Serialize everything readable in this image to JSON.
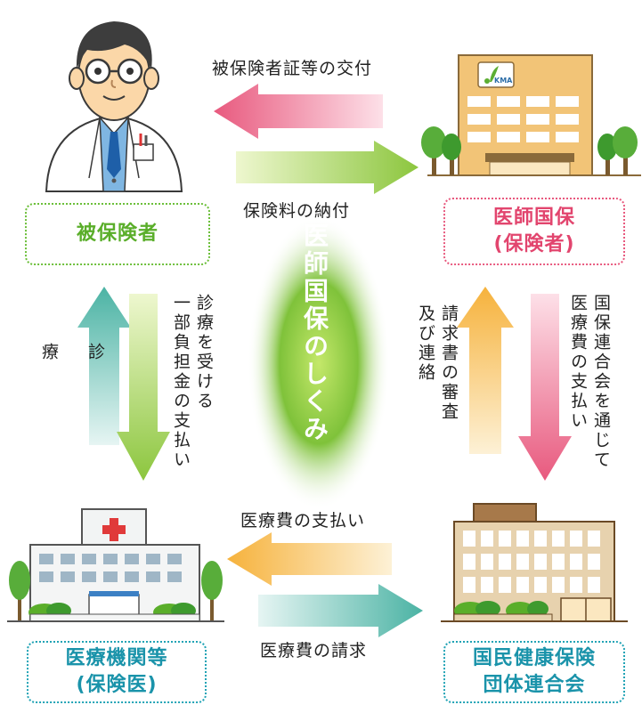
{
  "center_title": "医師国保のしくみ",
  "nodes": {
    "insured": {
      "label": "被保険者"
    },
    "insurer": {
      "line1": "医師国保",
      "line2": "(保険者)"
    },
    "medical": {
      "line1": "医療機関等",
      "line2": "(保険医)"
    },
    "federation": {
      "line1": "国民健康保険",
      "line2": "団体連合会"
    }
  },
  "logo_text": "KMA",
  "flows": {
    "card_issue": "被保険者証等の交付",
    "premium": "保険料の納付",
    "treatment": "診\n\n療",
    "copay": "診療を受ける\n一部負担金の支払い",
    "review": "請求書の審査\n及び連絡",
    "payment_via": "国保連合会を通じて\n医療費の支払い",
    "med_payment": "医療費の支払い",
    "med_claim": "医療費の請求"
  },
  "colors": {
    "green": "#6cbf3a",
    "pink": "#e8597e",
    "teal": "#20a3b5",
    "orange": "#f6b23c"
  }
}
